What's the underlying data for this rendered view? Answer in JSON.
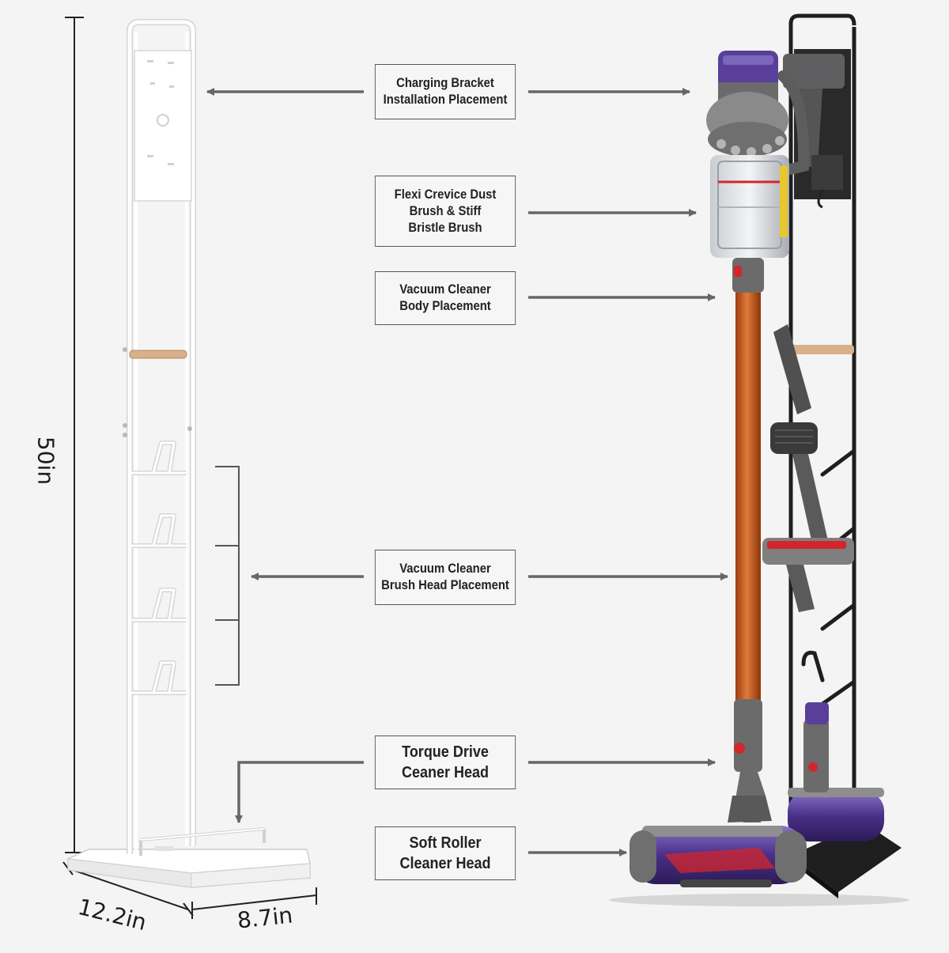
{
  "dimensions": {
    "height": "50in",
    "base_depth": "12.2in",
    "base_width": "8.7in"
  },
  "callouts": [
    {
      "id": "charging-bracket",
      "text": "Charging Bracket\nInstallation Placement"
    },
    {
      "id": "crevice-brush",
      "text": "Flexi Crevice Dust\nBrush & Stiff\nBristle Brush"
    },
    {
      "id": "body-placement",
      "text": "Vacuum Cleaner\nBody Placement"
    },
    {
      "id": "brush-head",
      "text": "Vacuum Cleaner\nBrush Head Placement"
    },
    {
      "id": "torque-drive",
      "text": "Torque Drive\nCeaner Head"
    },
    {
      "id": "soft-roller",
      "text": "Soft Roller\nCleaner Head"
    }
  ],
  "colors": {
    "background": "#f4f4f4",
    "stand_white": "#ffffff",
    "stand_black": "#1e1e1e",
    "wood_peg": "#d8b08a",
    "vacuum_wand": "#c75a1e",
    "vacuum_purple": "#5a3f9a",
    "vacuum_grey": "#6b6b6b",
    "accent_red": "#d3262c"
  }
}
